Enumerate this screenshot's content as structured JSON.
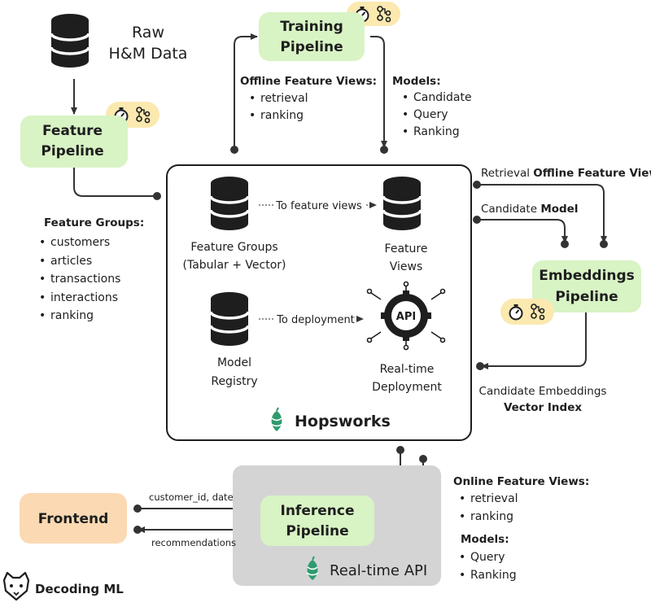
{
  "raw_data": {
    "line1": "Raw",
    "line2": "H&M Data"
  },
  "feature_pipeline": {
    "line1": "Feature",
    "line2": "Pipeline"
  },
  "training_pipeline": {
    "line1": "Training",
    "line2": "Pipeline"
  },
  "embeddings_pipeline": {
    "line1": "Embeddings",
    "line2": "Pipeline"
  },
  "inference_pipeline": {
    "line1": "Inference",
    "line2": "Pipeline"
  },
  "frontend": {
    "label": "Frontend"
  },
  "offline_views": {
    "title": "Offline Feature Views:",
    "items": [
      "retrieval",
      "ranking"
    ]
  },
  "training_models": {
    "title": "Models:",
    "items": [
      "Candidate",
      "Query",
      "Ranking"
    ]
  },
  "feature_groups_list": {
    "title": "Feature Groups:",
    "items": [
      "customers",
      "articles",
      "transactions",
      "interactions",
      "ranking"
    ]
  },
  "hopsworks": {
    "name": "Hopsworks",
    "feature_groups": {
      "line1": "Feature Groups",
      "line2": "(Tabular + Vector)"
    },
    "feature_views": {
      "line1": "Feature",
      "line2": "Views"
    },
    "to_feature_views": "To feature views",
    "model_registry": {
      "line1": "Model",
      "line2": "Registry"
    },
    "to_deployment": "To deployment",
    "api_label": "API",
    "deployment": {
      "line1": "Real-time",
      "line2": "Deployment"
    }
  },
  "embeddings_inputs": {
    "retrieval_prefix": "Retrieval ",
    "retrieval_bold": "Offline Feature View",
    "candidate_prefix": "Candidate ",
    "candidate_bold": "Model"
  },
  "embeddings_output": {
    "line1": "Candidate Embeddings",
    "line2": "Vector Index"
  },
  "online_views": {
    "title": "Online Feature Views:",
    "items": [
      "retrieval",
      "ranking"
    ]
  },
  "online_models": {
    "title": "Models:",
    "items": [
      "Query",
      "Ranking"
    ]
  },
  "realtime_api": {
    "label": "Real-time API"
  },
  "frontend_links": {
    "request": "customer_id, date",
    "response": "recommendations"
  },
  "brand": {
    "name": "Decoding ML"
  },
  "colors": {
    "pipeline_green": "#d8f3c4",
    "frontend_orange": "#fbd9b3",
    "badge_yellow": "#fbe9b0",
    "api_gray": "#d4d4d4",
    "hops_green": "#2f9b6e",
    "ink": "#1e1e1e"
  }
}
